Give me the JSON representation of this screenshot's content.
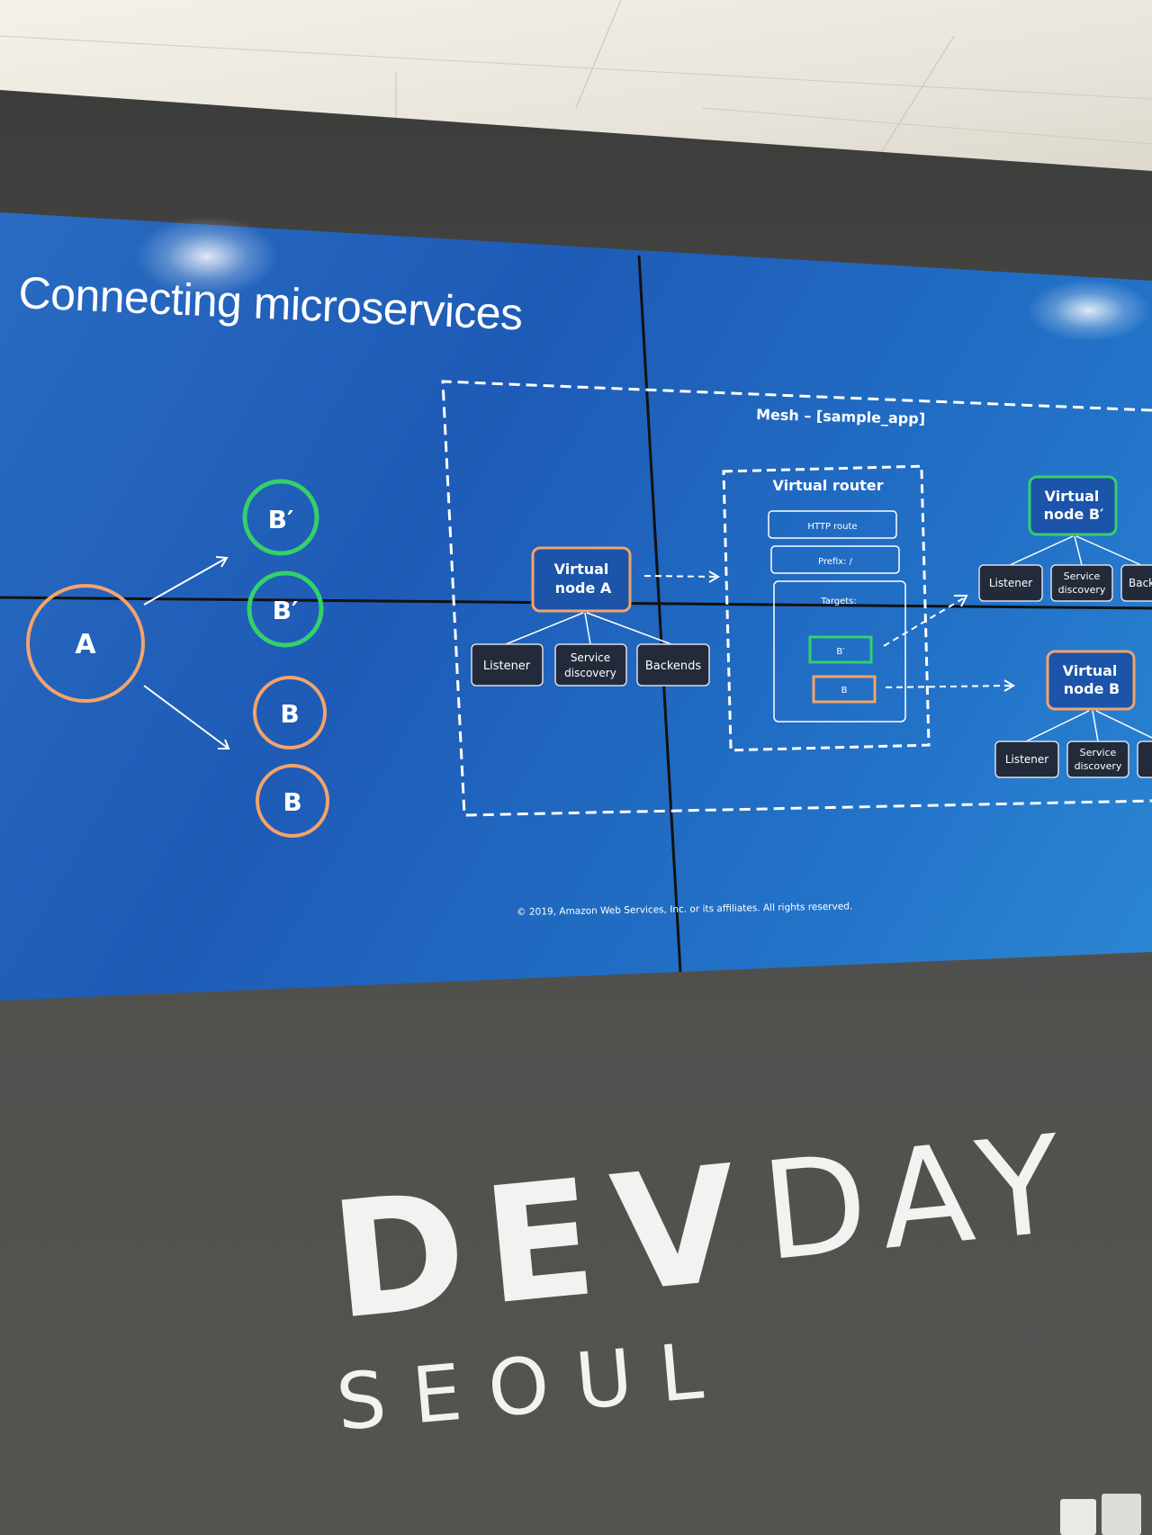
{
  "slide": {
    "title": "Connecting microservices",
    "copyright": "© 2019, Amazon Web Services, Inc. or its affiliates. All rights reserved.",
    "left_diagram": {
      "node_a": "A",
      "node_b_prime_1": "B′",
      "node_b_prime_2": "B′",
      "node_b_1": "B",
      "node_b_2": "B"
    },
    "mesh": {
      "label": "Mesh – [sample_app]",
      "virtual_node_a": "Virtual node A",
      "virtual_node_a_children": [
        "Listener",
        "Service discovery",
        "Backends"
      ],
      "virtual_router": {
        "label": "Virtual router",
        "http_route": "HTTP route",
        "prefix": "Prefix: /",
        "targets": "Targets:",
        "target_b_prime": "B′",
        "target_b": "B"
      },
      "virtual_node_b_prime": "Virtual node B′",
      "virtual_node_b_prime_children": [
        "Listener",
        "Service discovery",
        "Backends"
      ],
      "virtual_node_b": "Virtual node B",
      "virtual_node_b_children": [
        "Listener",
        "Service discovery"
      ]
    }
  },
  "signage": {
    "word1": "DEV",
    "word2": "DAY",
    "city": "SEOUL"
  },
  "colors": {
    "orange": "#f3a36b",
    "green": "#34d06a",
    "screen_blue": "#1e5bb6",
    "dark_box": "#232a3a"
  }
}
